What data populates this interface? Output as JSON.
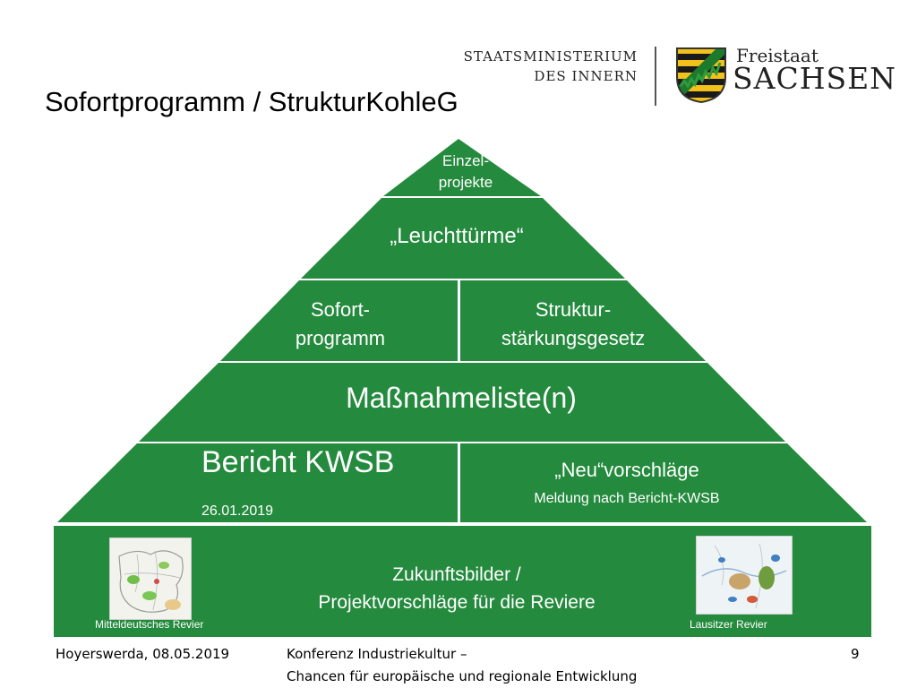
{
  "header": {
    "title": "Sofortprogramm / StrukturKohleG",
    "ministry_line1": "STAATSMINISTERIUM",
    "ministry_line2": "DES INNERN",
    "state_line1": "Freistaat",
    "state_line2": "SACHSEN"
  },
  "colors": {
    "pyramid_green": "#248a3d",
    "separator": "#ffffff"
  },
  "pyramid": {
    "tier1": {
      "line1": "Einzel-",
      "line2": "projekte"
    },
    "tier2": {
      "label": "„Leuchttürme“"
    },
    "tier3": {
      "left": {
        "line1": "Sofort-",
        "line2": "programm"
      },
      "right": {
        "line1": "Struktur-",
        "line2": "stärkungsgesetz"
      }
    },
    "tier4": {
      "label": "Maßnahmeliste(n)"
    },
    "tier5": {
      "left": {
        "title": "Bericht KWSB",
        "date": "26.01.2019"
      },
      "right": {
        "title": "„Neu“vorschläge",
        "subtitle": "Meldung nach Bericht-KWSB"
      }
    },
    "base": {
      "line1": "Zukunftsbilder /",
      "line2": "Projektvorschläge für die Reviere",
      "left_map_caption": "Mitteldeutsches Revier",
      "right_map_caption": "Lausitzer Revier"
    }
  },
  "footer": {
    "location_date": "Hoyerswerda, 08.05.2019",
    "event_line1": "Konferenz Industriekultur –",
    "event_line2": "Chancen für europäische und regionale Entwicklung",
    "page_number": "9"
  }
}
